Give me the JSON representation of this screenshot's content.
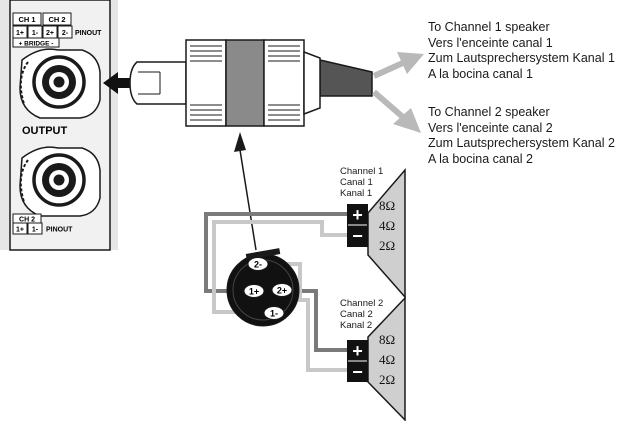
{
  "amplifier_panel": {
    "ch1_header": "CH 1",
    "ch2_header": "CH 2",
    "pins_top": [
      "1+",
      "1-",
      "2+",
      "2-"
    ],
    "pinout_label_top": "PINOUT",
    "bridge_label": "+ BRIDGE -",
    "output_label": "OUTPUT",
    "ch2_bottom_header": "CH 2",
    "pins_bottom": [
      "1+",
      "1-"
    ],
    "pinout_label_bottom": "PINOUT"
  },
  "channel_1_caption": {
    "lines": [
      "To Channel 1 speaker",
      "Vers l'enceinte canal 1",
      "Zum Lautsprechersystem Kanal 1",
      "A la bocina canal 1"
    ]
  },
  "channel_2_caption": {
    "lines": [
      "To Channel 2 speaker",
      "Vers l'enceinte canal 2",
      "Zum Lautsprechersystem Kanal 2",
      "A la bocina canal 2"
    ]
  },
  "speaker_1": {
    "labels": [
      "Channel 1",
      "Canal 1",
      "Kanal 1"
    ],
    "plus": "+",
    "minus": "−",
    "impedances": [
      "8Ω",
      "4Ω",
      "2Ω"
    ]
  },
  "speaker_2": {
    "labels": [
      "Channel 2",
      "Canal 2",
      "Kanal 2"
    ],
    "plus": "+",
    "minus": "−",
    "impedances": [
      "8Ω",
      "4Ω",
      "2Ω"
    ]
  },
  "plug_face": {
    "pins": [
      "2-",
      "1+",
      "2+",
      "1-"
    ]
  },
  "colors": {
    "line": "#1a1a1a",
    "panel_fill": "#e6e6e6",
    "cable_dark": "#555555",
    "wire_dark": "#7a7a7a",
    "wire_light": "#c8c8c8",
    "arrow_gray": "#b9b9b9",
    "speaker_fill": "#cfcfcf"
  }
}
